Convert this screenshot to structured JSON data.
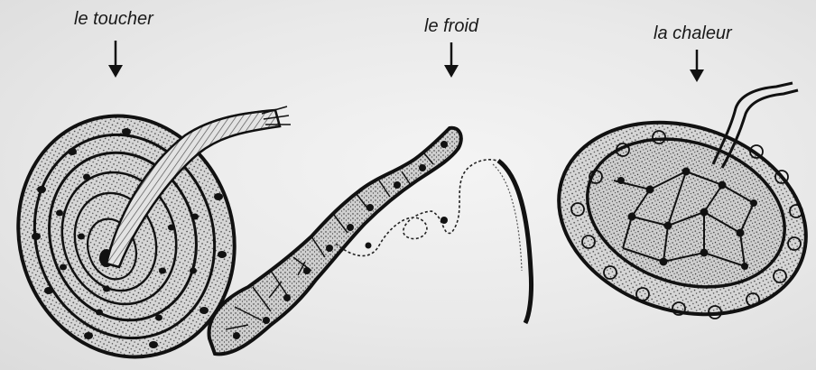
{
  "labels": {
    "touch": "le toucher",
    "cold": "le froid",
    "heat": "la chaleur"
  },
  "colors": {
    "ink": "#111111",
    "paper": "#eeeeee"
  }
}
